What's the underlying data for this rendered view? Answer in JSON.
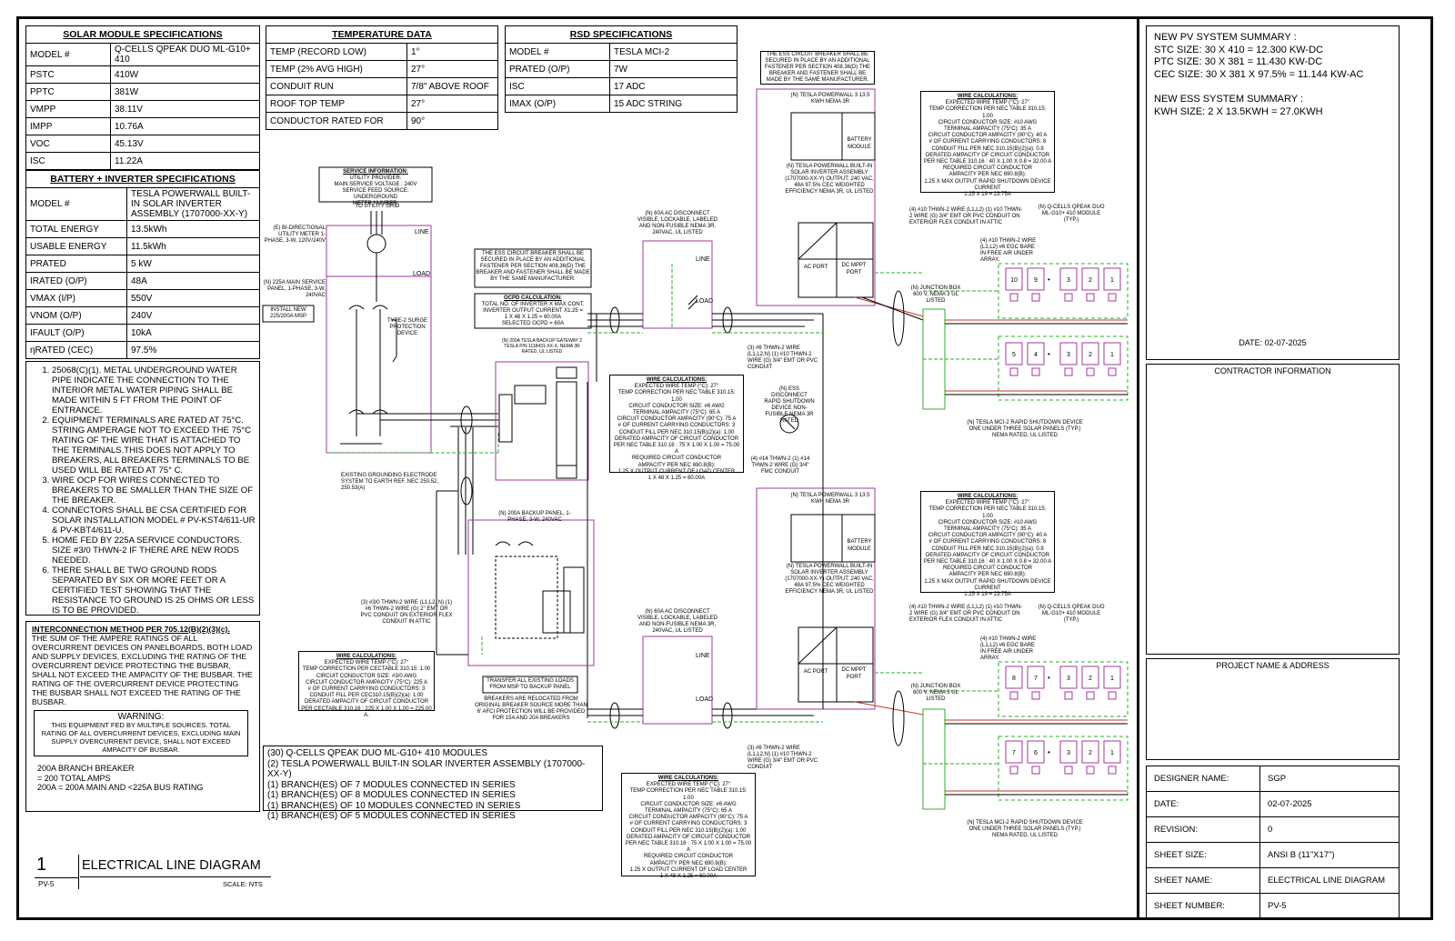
{
  "solar_module": {
    "title": "SOLAR MODULE SPECIFICATIONS",
    "rows": [
      [
        "MODEL #",
        "Q-CELLS QPEAK DUO ML-G10+ 410"
      ],
      [
        "PSTC",
        "410W"
      ],
      [
        "PPTC",
        "381W"
      ],
      [
        "VMPP",
        "38.11V"
      ],
      [
        "IMPP",
        "10.76A"
      ],
      [
        "VOC",
        "45.13V"
      ],
      [
        "ISC",
        "11.22A"
      ]
    ]
  },
  "temperature": {
    "title": "TEMPERATURE DATA",
    "rows": [
      [
        "TEMP (RECORD LOW)",
        "1°"
      ],
      [
        "TEMP (2% AVG HIGH)",
        "27°"
      ],
      [
        "CONDUIT RUN",
        "7/8\" ABOVE ROOF"
      ],
      [
        "ROOF TOP TEMP",
        "27°"
      ],
      [
        "CONDUCTOR RATED FOR",
        "90°"
      ]
    ]
  },
  "rsd": {
    "title": "RSD  SPECIFICATIONS",
    "rows": [
      [
        "MODEL #",
        "TESLA MCI-2"
      ],
      [
        "PRATED (O/P)",
        "7W"
      ],
      [
        "ISC",
        "17 ADC"
      ],
      [
        "IMAX (O/P)",
        "15 ADC STRING"
      ]
    ]
  },
  "battery": {
    "title": "BATTERY + INVERTER SPECIFICATIONS",
    "rows": [
      [
        "MODEL #",
        "TESLA POWERWALL BUILT-IN SOLAR INVERTER ASSEMBLY (1707000-XX-Y)"
      ],
      [
        "TOTAL ENERGY",
        "13.5kWh"
      ],
      [
        "USABLE ENERGY",
        "11.5kWh"
      ],
      [
        "PRATED",
        "5 kW"
      ],
      [
        "IRATED (O/P)",
        "48A"
      ],
      [
        "VMAX (I/P)",
        "550V"
      ],
      [
        "VNOM (O/P)",
        "240V"
      ],
      [
        "IFAULT (O/P)",
        "10kA"
      ],
      [
        "ηRATED (CEC)",
        "97.5%"
      ]
    ]
  },
  "notes": [
    "25068(C)(1). METAL UNDERGROUND WATER PIPE INDICATE THE CONNECTION TO THE INTERIOR METAL WATER PIPING SHALL BE MADE WITHIN 5 FT FROM THE POINT OF ENTRANCE.",
    "EQUIPMENT TERMINALS ARE RATED AT 75°C. STRING AMPERAGE NOT TO EXCEED THE 75°C RATING OF THE WIRE THAT IS ATTACHED TO THE TERMINALS.THIS DOES NOT APPLY TO BREAKERS, ALL BREAKERS TERMINALS TO BE USED WILL BE RATED AT 75° C.",
    "WIRE OCP FOR WIRES CONNECTED TO BREAKERS TO BE SMALLER THAN THE SIZE OF THE BREAKER.",
    "CONNECTORS SHALL BE CSA CERTIFIED FOR SOLAR INSTALLATION MODEL # PV-KST4/611-UR & PV-KBT4/611-U.",
    "HOME FED BY  225A SERVICE CONDUCTORS. SIZE #3/0 THWN-2 IF THERE ARE NEW RODS NEEDED.",
    "THERE SHALL BE TWO GROUND RODS SEPARATED BY SIX OR MORE FEET OR A CERTIFIED TEST SHOWING THAT THE RESISTANCE TO GROUND IS 25 OHMS OR LESS IS TO BE PROVIDED."
  ],
  "interconnection": {
    "title": "INTERCONNECTION METHOD PER 705.12(B)(2)(3)(c).",
    "text": "THE SUM OF THE AMPERE RATINGS OF ALL OVERCURRENT DEVICES ON PANELBOARDS, BOTH LOAD AND SUPPLY DEVICES, EXCLUDING THE RATING OF THE OVERCURRENT DEVICE PROTECTING THE BUSBAR, SHALL NOT EXCEED THE AMPACITY OF THE BUSBAR. THE RATING OF THE OVERCURRENT DEVICE PROTECTING THE BUSBAR SHALL NOT EXCEED THE RATING OF THE BUSBAR.",
    "warning_title": "WARNING:",
    "warning_text": "THIS EQUIPMENT FED BY MULTIPLE SOURCES. TOTAL RATING OF ALL OVERCURRENT DEVICES, EXCLUDING MAIN SUPPLY OVERCURRENT DEVICE, SHALL NOT EXCEED AMPACITY OF BUSBAR.",
    "branch_lines": [
      "200A BRANCH BREAKER",
      "= 200 TOTAL AMPS",
      "200A = 200A MAIN AND <225A BUS RATING"
    ]
  },
  "drawing_title": {
    "number": "1",
    "sheet_ref": "PV-5",
    "title": "ELECTRICAL LINE DIAGRAM",
    "scale": "SCALE: NTS"
  },
  "equipment_summary": [
    "(30) Q-CELLS QPEAK DUO ML-G10+ 410 MODULES",
    "(2) TESLA POWERWALL BUILT-IN SOLAR INVERTER ASSEMBLY (1707000-XX-Y)",
    "(1) BRANCH(ES) OF 7 MODULES CONNECTED IN SERIES",
    "(1) BRANCH(ES) OF 8 MODULES CONNECTED IN SERIES",
    "(1) BRANCH(ES) OF 10 MODULES CONNECTED IN SERIES",
    "(1) BRANCH(ES) OF 5 MODULES CONNECTED IN SERIES"
  ],
  "system_summary": {
    "pv_title": "NEW PV SYSTEM SUMMARY :",
    "stc": "STC SIZE: 30 X 410 = 12.300 KW-DC",
    "ptc": "PTC SIZE: 30 X 381 = 11.430 KW-DC",
    "cec": "CEC SIZE: 30 X 381 X 97.5% = 11.144 KW-AC",
    "ess_title": "NEW ESS SYSTEM SUMMARY :",
    "kwh": "KWH SIZE: 2 X 13.5KWH = 27.0KWH",
    "date": "DATE: 02-07-2025"
  },
  "contractor_info": "CONTRACTOR  INFORMATION",
  "project_name": "PROJECT NAME & ADDRESS",
  "title_block": [
    [
      "DESIGNER NAME:",
      "SGP"
    ],
    [
      "DATE:",
      "02-07-2025"
    ],
    [
      "REVISION:",
      "0"
    ],
    [
      "SHEET SIZE:",
      "ANSI B (11\"X17\")"
    ],
    [
      "SHEET NAME:",
      "ELECTRICAL LINE DIAGRAM"
    ],
    [
      "SHEET NUMBER:",
      "PV-5"
    ]
  ],
  "diagram": {
    "service_info": [
      "SERVICE INFORMATION:",
      "UTILITY PROVIDER:",
      "MAIN SERVICE VOLTAGE : 240V",
      "SERVICE FEED SOURCE: UNDERGROUND",
      "METER NUMBER:"
    ],
    "to_utility": "TO UTILITY GRID",
    "meter_label": "(E) BI-DIRECTIONAL UTILITY METER 1-PHASE, 3-W, 120V/240V",
    "main_panel": "(N) 225A MAIN SERVICE PANEL, 1-PHASE, 3-W, 240VAC",
    "install_new": "INSTALL NEW 225/200A MSP",
    "surge": "TYPE-2 SURGE PROTECTION DEVICE",
    "grounding": "EXISTING GROUNDING ELECTRODE SYSTEM TO EARTH REF. NEC 250.52, 250.53(A)",
    "ess_breaker_note": "THE ESS CIRCUIT BREAKER SHALL BE SECURED IN PLACE BY AN ADDITIONAL FASTENER PER SECTION 408.36(D) THE BREAKER AND FASTENER SHALL BE MADE BY THE SAME MANUFACTURER.",
    "ocpd_calc": [
      "OCPD CALCULATION:",
      "TOTAL NO. OF INVERTER X MAX CONT. INVERTER OUTPUT CURRENT X1.25 =",
      "1 X 48 X 1.25 = 60.00A",
      "SELECTED OCPD = 60A"
    ],
    "gateway": "(N) 200A TESLA BACKUP GATEWAY 2 TESLA P/N 1118431-XX-X, NEMA 3R RATED, UL LISTED",
    "ac_disconnect": "(N) 60A AC DISCONNECT VISIBLE, LOCKABLE, LABELED AND NON-FUSIBLE NEMA 3R, 240VAC, UL LISTED",
    "powerwall": "(N) TESLA POWERWALL 3 13.5 KWH NEMA 3R",
    "pw_inverter": "(N) TESLA POWERWALL BUILT-IN SOLAR INVERTER ASSEMBLY (1707000-XX-Y) OUTPUT: 240 VAC, 48A 97.5% CEC WEIGHTED EFFICIENCY NEMA 3R, UL LISTED",
    "junction_box": "(N) JUNCTION BOX 600 V, NEMA 3 UL LISTED",
    "module_label": "(N) Q-CELLS QPEAK DUO ML-G10+ 410 MODULE (TYP.)",
    "rsd_label": "(N) TESLA MCI-2 RAPID SHUTDOWN DEVICE ONE UNDER THREE SOLAR PANELS (TYP.) NEMA RATED, UL LISTED",
    "wire_dc": "(4) #10 THWN-2 WIRE (L1,L2) (1) #10 THWN-2 WIRE (G) 3/4\" EMT OR PVC CONDUIT ON EXTERIOR FLEX CONDUIT IN  ATTIC",
    "wire_egc": "(4) #10 THWN-2 WIRE (L1,L2) #6 EGC BARE IN FREE AIR UNDER ARRAY.",
    "wire_ac": "(3) #6 THWN-2 WIRE (L1,L2,N) (1) #10 THWN-2 WIRE (G) 3/4\" EMT OR PVC CONDUIT",
    "wire_rsd": "(4) #14 THWN-2 (1) #14 THWN-2 WIRE (G) 3/4\" FMC CONDUIT",
    "rsd_switch": "(N) ESS DISCONNECT RAPID SHUTDOWN DEVICE NON-FUSIBLE NEMA 3R RATED",
    "wire_main": "(3) #3/0 THWN-2 WIRE (L1,L2, N) (1) #6 THWN-2 WIRE (G) 2\" EMT OR PVC CONDUIT ON EXTERIOR FLEX CONDUIT IN  ATTIC",
    "backup_panel": "(N) 200A BACKUP PANEL, 1-PHASE, 3-W, 240VAC",
    "transfer_note": "TRANSFER ALL EXISTING LOADS FROM MSP TO BACKUP PANEL",
    "breakers_note": "BREAKERS ARE RELOCATED FROM ORIGINAL BREAKER SOURCE MORE THAN 6' AFCI PROTECTION WILL BE PROVIDED FOR 15A AND 20A BREAKERS",
    "calc_main": [
      "WIRE CALCULATIONS:",
      "EXPECTED WIRE TEMP (°C): 27°",
      "TEMP CORRECTION PER CECTABLE 310.15: 1.00",
      "CIRCUIT CONDUCTOR SIZE: #3/0 AWG",
      "CIRCUIT CONDUCTOR AMPACITY (75°C): 225 A",
      "# OF CURRENT CARRYING CONDUCTORS: 3",
      "CONDUIT FILL PER CEC310.15(B)(2)(a): 1.00",
      "DERATED AMPACITY OF CIRCUIT CONDUCTOR",
      "PER CECTABLE 310.16 : 225 X 1.00 X 1.00 = 225.00 A."
    ],
    "calc_ac": [
      "WIRE CALCULATIONS:",
      "EXPECTED WIRE TEMP (°C): 27°",
      "TEMP CORRECTION PER NEC TABLE 310.15: 1.00",
      "CIRCUIT CONDUCTOR SIZE: #6 AWG",
      "TERMINAL AMPACITY (75°C): 65 A",
      "CIRCUIT CONDUCTOR AMPACITY (90°C): 75 A",
      "# OF CURRENT CARRYING CONDUCTORS: 3",
      "CONDUIT FILL PER NEC 310.15(B)(2)(a): 1.00",
      "DERATED AMPACITY OF CIRCUIT CONDUCTOR",
      "PER NEC TABLE 310.16 : 75 X 1.00 X 1.00 = 75.00 A",
      "REQUIRED CIRCUIT CONDUCTOR",
      "AMPACITY PER NEC 690.8(B):",
      "1.25 X OUTPUT CURRENT OF LOAD CENTER",
      "1 X 48 X 1.25 = 60.00A"
    ],
    "calc_dc": [
      "WIRE CALCULATIONS:",
      "EXPECTED WIRE TEMP (°C): 27°",
      "TEMP CORRECTION PER NEC TABLE 310.15: 1.00",
      "CIRCUIT CONDUCTOR SIZE: #10 AWG",
      "TERMINAL AMPACITY (75°C): 35 A",
      "CIRCUIT CONDUCTOR AMPACITY (90°C): 40 A",
      "# OF CURRENT CARRYING CONDUCTORS: 8",
      "CONDUIT FILL PER NEC 310.15(B)(2)(a): 0.8",
      "DERATED AMPACITY OF CIRCUIT CONDUCTOR",
      "PER NEC TABLE 310.16 : 40 X 1.00 X 0.8 = 32.00 A",
      "REQUIRED CIRCUIT CONDUCTOR",
      "AMPACITY PER NEC 690.8(B):",
      "1.25 X MAX OUTPUT RAPID SHUTDOWN DEVICE",
      "CURRENT",
      "1.25 X 19 = 23.75A"
    ],
    "strings_top": [
      "10",
      "9",
      "3",
      "2",
      "1"
    ],
    "strings_top2": [
      "5",
      "4",
      "3",
      "2",
      "1"
    ],
    "strings_bot": [
      "8",
      "7",
      "3",
      "2",
      "1"
    ],
    "strings_bot2": [
      "7",
      "6",
      "3",
      "2",
      "1"
    ]
  },
  "colors": {
    "wire_green": "#2eae2e",
    "wire_red": "#c0392b",
    "conduit_magenta": "#a03a9a",
    "line": "#000000"
  }
}
